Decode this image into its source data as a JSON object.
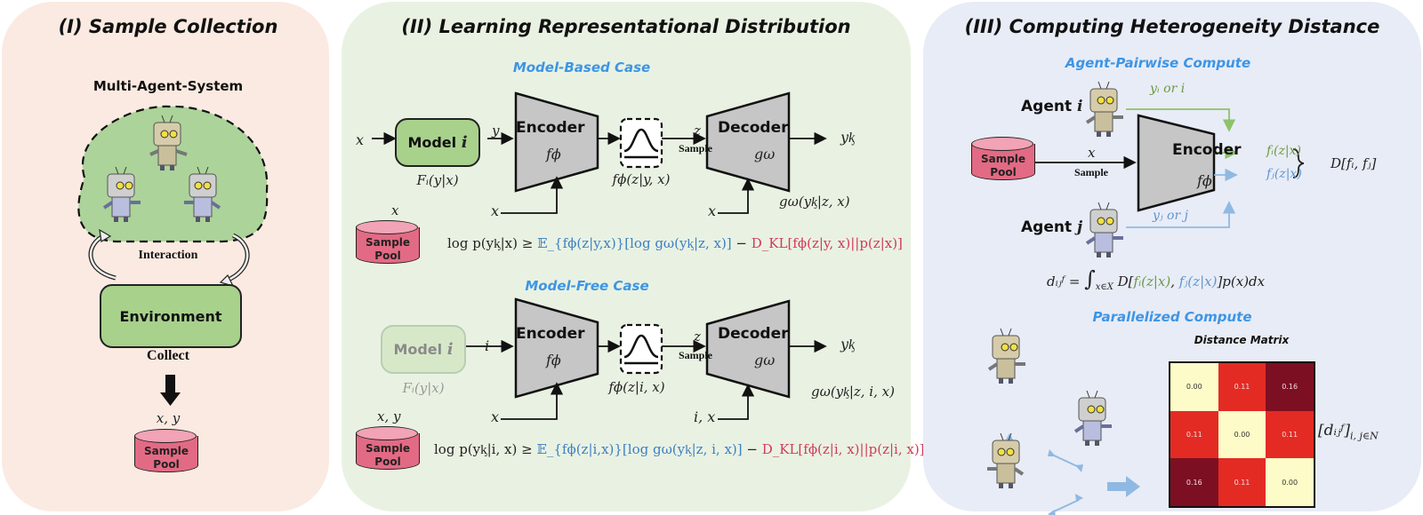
{
  "panels": {
    "sample_collection": {
      "title": "(I) Sample Collection",
      "mas_label": "Multi-Agent-System",
      "interaction_label": "Interaction",
      "environment_label": "Environment",
      "collect_label": "Collect",
      "pool_input": "x, y",
      "pool_label_1": "Sample",
      "pool_label_2": "Pool",
      "robot_icons": [
        "robot-beige",
        "robot-grey",
        "robot-grey"
      ]
    },
    "learning": {
      "title": "(II) Learning Representational Distribution",
      "model_based": {
        "subtitle": "Model-Based Case",
        "input_x": "x",
        "model_label": "Model ",
        "model_index": "i",
        "model_dist": "Fᵢ(y|x)",
        "y_label": "y",
        "encoder_label": "Encoder",
        "encoder_fn": "fϕ",
        "encoder_side_input": "x",
        "latent_dist": "fϕ(z|y, x)",
        "z_label": "z",
        "sample_label": "Sample",
        "decoder_label": "Decoder",
        "decoder_fn": "gω",
        "decoder_side_input": "x",
        "decoder_dist": "gω(yᶄ|z, x)",
        "output": "yᶄ",
        "pool_input": "x",
        "pool_label_1": "Sample",
        "pool_label_2": "Pool",
        "elbo_lhs": "log p(yᶄ|x) ≥ ",
        "elbo_expect": "𝔼_{fϕ(z|y,x)}[log gω(yᶄ|z, x)]",
        "elbo_minus": " − ",
        "elbo_kl": "D_KL[fϕ(z|y, x)||p(z|x)]"
      },
      "model_free": {
        "subtitle": "Model-Free Case",
        "model_label": "Model ",
        "model_index": "i",
        "model_dist": "Fᵢ(y|x)",
        "input_i": "i",
        "encoder_label": "Encoder",
        "encoder_fn": "fϕ",
        "encoder_side_input": "x",
        "latent_dist": "fϕ(z|i, x)",
        "z_label": "z",
        "sample_label": "Sample",
        "decoder_label": "Decoder",
        "decoder_fn": "gω",
        "decoder_side_input": "i, x",
        "decoder_dist": "gω(yᶄ|z, i, x)",
        "output": "yᶄ",
        "pool_input": "x, y",
        "pool_label_1": "Sample",
        "pool_label_2": "Pool",
        "elbo_lhs": "log p(yᶄ|i, x) ≥ ",
        "elbo_expect": "𝔼_{fϕ(z|i,x)}[log gω(yᶄ|z, i, x)]",
        "elbo_minus": " − ",
        "elbo_kl": "D_KL[fϕ(z|i, x)||p(z|i, x)]"
      }
    },
    "heterogeneity": {
      "title": "(III) Computing Heterogeneity Distance",
      "pairwise": {
        "subtitle": "Agent-Pairwise Compute",
        "agent_i_label": "Agent ",
        "agent_i_index": "i",
        "agent_j_label": "Agent ",
        "agent_j_index": "j",
        "input_i": "yᵢ or i",
        "input_j": "yⱼ or j",
        "x_label": "x",
        "sample_label": "Sample",
        "pool_label_1": "Sample",
        "pool_label_2": "Pool",
        "encoder_label": "Encoder",
        "encoder_fn": "fϕ",
        "out_i": "fᵢ(z|x)",
        "out_j": "fⱼ(z|x)",
        "distance": "D[fᵢ, fⱼ]",
        "formula_lhs": "dᵢⱼᶠ = ",
        "formula_integral": "∫",
        "formula_domain": "x∈X",
        "formula_body_1": "D[",
        "formula_fi": "fᵢ(z|x)",
        "formula_comma": ", ",
        "formula_fj": "fⱼ(z|x)",
        "formula_body_2": "]p(x)dx"
      },
      "parallel": {
        "subtitle": "Parallelized Compute",
        "matrix_title": "Distance Matrix",
        "matrix_label": "[dᵢⱼᶠ]",
        "matrix_subscript": "i, j∈N",
        "matrix": [
          [
            "0.00",
            "0.11",
            "0.16"
          ],
          [
            "0.11",
            "0.00",
            "0.11"
          ],
          [
            "0.16",
            "0.11",
            "0.00"
          ]
        ]
      }
    }
  },
  "colors": {
    "panel1_bg": "#fbeae1",
    "panel2_bg": "#e9f2e2",
    "panel3_bg": "#e8ecf6",
    "subtitle_blue": "#3d95e6",
    "expectation_blue": "#3d7fc4",
    "kl_red": "#d23a5a",
    "agent_i_green": "#8cc36a",
    "agent_j_blue": "#8fb9e3",
    "model_green": "#a8d18c",
    "pool_pink": "#e36a84",
    "heat_low": "#fdfcc8",
    "heat_mid": "#e32b24",
    "heat_high": "#7d0f22"
  }
}
